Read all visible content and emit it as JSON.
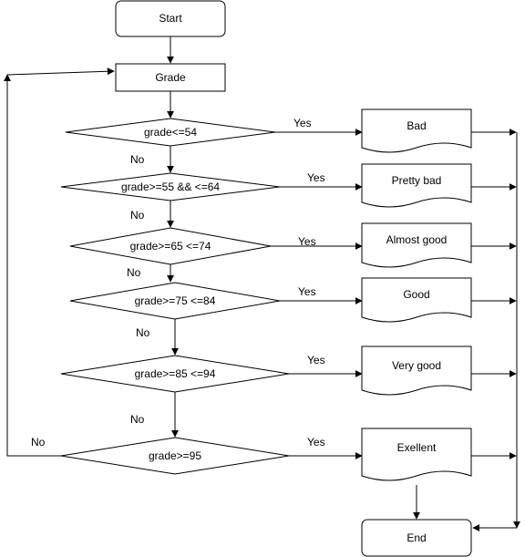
{
  "diagram": {
    "nodes": {
      "start": "Start",
      "grade": "Grade",
      "end": "End",
      "decisions": [
        "grade<=54",
        "grade>=55 && <=64",
        "grade>=65 <=74",
        "grade>=75 <=84",
        "grade>=85 <=94",
        "grade>=95"
      ],
      "outcomes": [
        "Bad",
        "Pretty bad",
        "Almost good",
        "Good",
        "Very good",
        "Exellent"
      ]
    },
    "edge_labels": {
      "yes": [
        "Yes",
        "Yes",
        "Yes",
        "Yes",
        "Yes",
        "Yes"
      ],
      "no": [
        "No",
        "No",
        "No",
        "No",
        "No",
        "No"
      ]
    },
    "colors": {
      "stroke": "#000000",
      "fill": "#ffffff",
      "text": "#000000"
    }
  }
}
